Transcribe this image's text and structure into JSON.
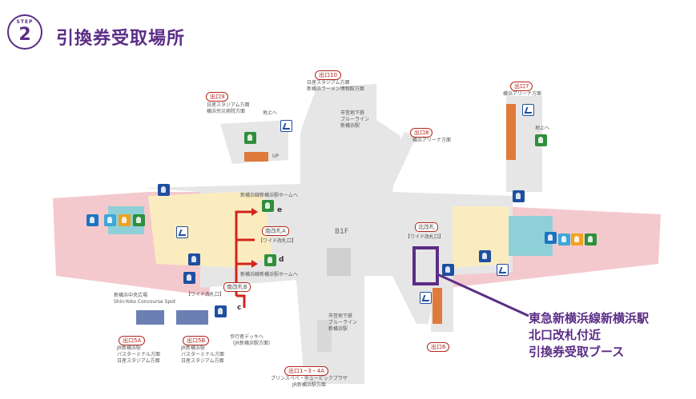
{
  "header": {
    "step_word": "STEP",
    "step_number": "2",
    "title": "引換券受取場所"
  },
  "floor_label": "B1F",
  "exits": {
    "exit_10": "出口10",
    "exit_9": "出口9",
    "exit_8": "出口8",
    "exit_7": "出口7",
    "exit_5a": "出口5A",
    "exit_5b": "出口5B",
    "exit_1_4a": "出口1~3・4A",
    "exit_6": "出口6"
  },
  "notes": {
    "exit_10": [
      "日産スタジアム方面",
      "新横浜ラーメン博物館方面"
    ],
    "exit_9": [
      "日産スタジアム方面",
      "横浜労災病院方面"
    ],
    "exit_8": "横浜アリーナ方面",
    "exit_7": "横浜アリーナ方面",
    "exit_5a": [
      "JR新横浜駅",
      "バスターミナル方面",
      "日産スタジアム方面"
    ],
    "exit_5b": [
      "JR新横浜駅",
      "バスターミナル方面",
      "日産スタジアム方面"
    ],
    "exit_1_4a": [
      "プリンスぺぺ・キュービックプラザ",
      "JR新横浜駅方面"
    ],
    "subway_top": [
      "市営地下鉄",
      "ブルーライン",
      "新横浜駅"
    ],
    "subway_bottom": [
      "市営地下鉄",
      "ブルーライン",
      "新横浜駅"
    ],
    "up_left": "地上へ",
    "up_right": "地上へ",
    "platform_top": "新横浜線新横浜駅ホームへ",
    "platform_bottom": "新横浜線新横浜駅ホームへ",
    "walkway": [
      "歩行者デッキへ",
      "（JR新横浜駅方面）"
    ],
    "shin_yoko": [
      "新横浜中央広場",
      "Shin-Yoko Concourse Spot"
    ]
  },
  "gates": {
    "south_a": "南改札A",
    "south_b": "南改札B",
    "north": "北改札",
    "wide_a": "【ワイド改札口】",
    "wide_b": "【ワイド改札口】",
    "wide_north": "【ワイド改札口】"
  },
  "letters": {
    "e": "e",
    "d": "d",
    "c": "c",
    "up": "UP"
  },
  "booth_label": [
    "東急新横浜線新横浜駅",
    "北口改札付近",
    "引換券受取ブース"
  ],
  "colors": {
    "brand": "#5b2d86",
    "route": "#d4231b",
    "paid_area": "#f2c4c9",
    "concourse": "#e9e9e9"
  }
}
